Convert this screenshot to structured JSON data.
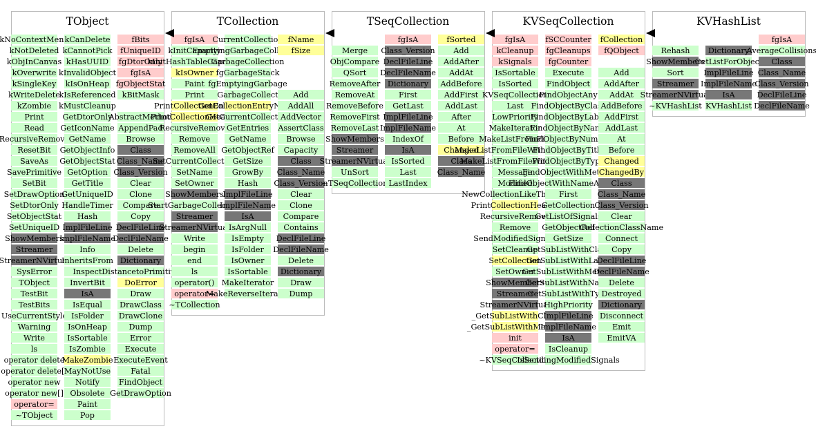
{
  "colors": {
    "method": "#ccffcc",
    "data_member": "#ffcccc",
    "highlight": "#ffff99",
    "class_info": "#777777",
    "border": "#bbbbbb",
    "arrow": "#000000"
  },
  "classes": [
    {
      "name": "TObject",
      "columns": [
        {
          "role": "enums",
          "items": [
            "kNoContextMenu",
            "kNotDeleted",
            "kObjInCanvas",
            "kOverwrite",
            "kSingleKey",
            "kWriteDelete",
            "kZombie",
            "Print",
            "Read",
            "RecursiveRemove",
            "ResetBit",
            "SaveAs",
            "SavePrimitive",
            "SetBit",
            "SetDrawOption",
            "SetDtorOnly",
            "SetObjectStat",
            "SetUniqueID",
            "ShowMembers",
            "Streamer",
            "StreamerNVirtual",
            "SysError",
            "TObject",
            "TestBit",
            "TestBits",
            "UseCurrentStyle",
            "Warning",
            "Write",
            "ls",
            "operator delete",
            "operator delete[]",
            "operator new",
            "operator new[]",
            "operator=",
            "~TObject"
          ]
        },
        {
          "role": "methods",
          "items": [
            "kCanDelete",
            "kCannotPick",
            "kHasUUID",
            "kInvalidObject",
            "kIsOnHeap",
            "kIsReferenced",
            "kMustCleanup",
            "GetDtorOnly",
            "GetIconName",
            "GetName",
            "GetObjectInfo",
            "GetObjectStat",
            "GetOption",
            "GetTitle",
            "GetUniqueID",
            "HandleTimer",
            "Hash",
            "ImplFileLine",
            "ImplFileName",
            "Info",
            "InheritsFrom",
            "Inspect",
            "InvertBit",
            "IsA",
            "IsEqual",
            "IsFolder",
            "IsOnHeap",
            "IsSortable",
            "IsZombie",
            "MakeZombie",
            "MayNotUse",
            "Notify",
            "Obsolete",
            "Paint",
            "Pop"
          ]
        },
        {
          "role": "members",
          "items": [
            "fBits",
            "fUniqueID",
            "fgDtorOnly",
            "fgIsA",
            "fgObjectStat",
            "kBitMask",
            "",
            "AbstractMethod",
            "AppendPad",
            "Browse",
            "Class",
            "Class_Name",
            "Class_Version",
            "Clear",
            "Clone",
            "Compare",
            "Copy",
            "DeclFileLine",
            "DeclFileName",
            "Delete",
            "Dictionary",
            "DistancetoPrimitive",
            "DoError",
            "Draw",
            "DrawClass",
            "DrawClone",
            "Dump",
            "Error",
            "Execute",
            "ExecuteEvent",
            "Fatal",
            "FindObject",
            "GetDrawOption"
          ]
        }
      ]
    },
    {
      "name": "TCollection",
      "columns": [
        {
          "role": "members",
          "items": [
            "fgIsA",
            "kInitCapacity",
            "kInitHashTableCapacity",
            "kIsOwner",
            "Paint",
            "Print",
            "PrintCollectionEntry",
            "PrintCollectionHeader",
            "RecursiveRemove",
            "Remove",
            "RemoveAll",
            "SetCurrentCollection",
            "SetName",
            "SetOwner",
            "ShowMembers",
            "StartGarbageCollection",
            "Streamer",
            "StreamerNVirtual",
            "Write",
            "begin",
            "end",
            "ls",
            "operator()",
            "operator=",
            "~TCollection"
          ]
        },
        {
          "role": "methods",
          "items": [
            "CurrentCollection",
            "EmptyingGarbageCollection",
            "GarbageCollection",
            "fgGarbageStack",
            "fgEmptyingGarbage",
            "GarbageCollect",
            "GetCollectionEntryName",
            "GetCurrentCollection",
            "GetEntries",
            "GetName",
            "GetObjectRef",
            "GetSize",
            "GrowBy",
            "Hash",
            "ImplFileLine",
            "ImplFileName",
            "IsA",
            "IsArgNull",
            "IsEmpty",
            "IsFolder",
            "IsOwner",
            "IsSortable",
            "MakeIterator",
            "MakeReverseIterator"
          ]
        },
        {
          "role": "members2",
          "items": [
            "fName",
            "fSize",
            "",
            "",
            "",
            "Add",
            "AddAll",
            "AddVector",
            "AssertClass",
            "Browse",
            "Capacity",
            "Class",
            "Class_Name",
            "Class_Version",
            "Clear",
            "Clone",
            "Compare",
            "Contains",
            "DeclFileLine",
            "DeclFileName",
            "Delete",
            "Dictionary",
            "Draw",
            "Dump"
          ]
        }
      ]
    },
    {
      "name": "TSeqCollection",
      "columns": [
        {
          "role": "methods",
          "items": [
            "",
            "Merge",
            "ObjCompare",
            "QSort",
            "RemoveAfter",
            "RemoveAt",
            "RemoveBefore",
            "RemoveFirst",
            "RemoveLast",
            "ShowMembers",
            "Streamer",
            "StreamerNVirtual",
            "UnSort",
            "~TSeqCollection"
          ]
        },
        {
          "role": "methods2",
          "items": [
            "fgIsA",
            "Class_Version",
            "DeclFileLine",
            "DeclFileName",
            "Dictionary",
            "First",
            "GetLast",
            "ImplFileLine",
            "ImplFileName",
            "IndexOf",
            "IsA",
            "IsSorted",
            "Last",
            "LastIndex"
          ]
        },
        {
          "role": "members",
          "items": [
            "fSorted",
            "Add",
            "AddAfter",
            "AddAt",
            "AddBefore",
            "AddFirst",
            "AddLast",
            "After",
            "At",
            "Before",
            "Changed",
            "Class",
            "Class_Name"
          ]
        }
      ]
    },
    {
      "name": "KVSeqCollection",
      "columns": [
        {
          "role": "methods",
          "items": [
            "fgIsA",
            "kCleanup",
            "kSignals",
            "IsSortable",
            "IsSorted",
            "KVSeqCollection",
            "Last",
            "LowPriority",
            "MakeIterator",
            "MakeListFromFile",
            "MakeListFromFileWithMethod",
            "MakeListFromFileWithType",
            "Message",
            "Modified",
            "NewCollectionLikeThisOne",
            "PrintCollectionHeader",
            "RecursiveRemove",
            "Remove",
            "SendModifiedSignals",
            "SetCleanup",
            "SetCollection",
            "SetOwner",
            "ShowMembers",
            "Streamer",
            "StreamerNVirtual",
            "_GetSubListWithClass",
            "_GetSubListWithMethod",
            "init",
            "operator=",
            "~KVSeqCollection"
          ]
        },
        {
          "role": "methods2",
          "items": [
            "fSCCounter",
            "fgCleanups",
            "fgCounter",
            "Execute",
            "FindObject",
            "FindObjectAny",
            "FindObjectByClass",
            "FindObjectByLabel",
            "FindObjectByName",
            "FindObjectByNumber",
            "FindObjectByTitle",
            "FindObjectByType",
            "FindObjectWithMethod",
            "FindObjectWithNameAndType",
            "First",
            "GetCollection",
            "GetListOfSignals",
            "GetObjectRef",
            "GetSize",
            "GetSubListWithClass",
            "GetSubListWithLabel",
            "GetSubListWithMethod",
            "GetSubListWithName",
            "GetSubListWithType",
            "HighPriority",
            "ImplFileLine",
            "ImplFileName",
            "IsA",
            "IsCleanup",
            "IsSendingModifiedSignals"
          ]
        },
        {
          "role": "members",
          "items": [
            "fCollection",
            "fQObject",
            "",
            "Add",
            "AddAfter",
            "AddAt",
            "AddBefore",
            "AddFirst",
            "AddLast",
            "At",
            "Before",
            "Changed",
            "ChangedBy",
            "Class",
            "Class_Name",
            "Class_Version",
            "Clear",
            "CollectionClassName",
            "Connect",
            "Copy",
            "DeclFileLine",
            "DeclFileName",
            "Delete",
            "Destroyed",
            "Dictionary",
            "Disconnect",
            "Emit",
            "EmitVA"
          ]
        }
      ]
    },
    {
      "name": "KVHashList",
      "columns": [
        {
          "role": "methods",
          "items": [
            "",
            "Rehash",
            "ShowMembers",
            "Sort",
            "Streamer",
            "StreamerNVirtual",
            "~KVHashList"
          ]
        },
        {
          "role": "methods2",
          "items": [
            "",
            "Dictionary",
            "GetListForObject",
            "ImplFileLine",
            "ImplFileName",
            "IsA",
            "KVHashList"
          ]
        },
        {
          "role": "members",
          "items": [
            "fgIsA",
            "AverageCollisions",
            "Class",
            "Class_Name",
            "Class_Version",
            "DeclFileLine",
            "DeclFileName"
          ]
        }
      ]
    }
  ]
}
